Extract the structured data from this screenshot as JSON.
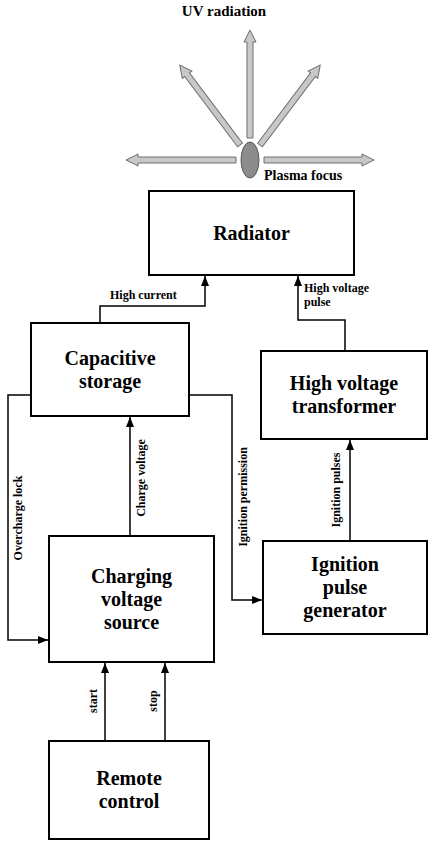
{
  "diagram": {
    "nodes": [
      {
        "text": [
          "Radiator"
        ]
      },
      {
        "text": [
          "Capacitive storage"
        ]
      },
      {
        "text": [
          "High voltage transformer"
        ]
      },
      {
        "text": [
          "Charging voltage source"
        ]
      },
      {
        "text": [
          "Ignition pulse generator"
        ]
      },
      {
        "text": [
          "Remote control"
        ]
      }
    ],
    "edges": [
      {
        "from": 1,
        "to": 0,
        "label": "High current",
        "arrow": "to"
      },
      {
        "from": 2,
        "to": 0,
        "label": "High voltage pulse",
        "arrow": "to"
      },
      {
        "from": 3,
        "to": 1,
        "label": "Charge voltage",
        "arrow": "to"
      },
      {
        "from": 1,
        "to": 3,
        "label": "Overcharge lock",
        "arrow": "to"
      },
      {
        "from": 1,
        "to": 4,
        "label": "Ignition permission",
        "arrow": "to"
      },
      {
        "from": 4,
        "to": 2,
        "label": "Ignition pulses",
        "arrow": "to"
      },
      {
        "from": 5,
        "to": 3,
        "label": "start",
        "arrow": "to"
      },
      {
        "from": 5,
        "to": 3,
        "label": "stop",
        "arrow": "to"
      }
    ],
    "labels": [
      "UV radiation",
      "Plasma focus"
    ]
  }
}
